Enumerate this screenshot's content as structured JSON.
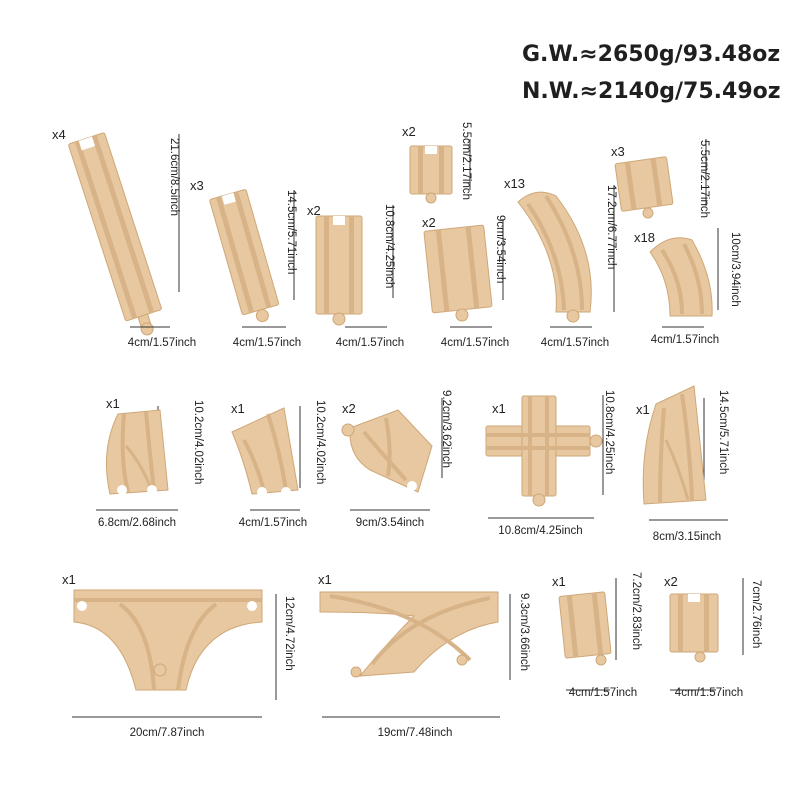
{
  "weights": {
    "gross": "G.W.≈2650g/93.48oz",
    "net": "N.W.≈2140g/75.49oz"
  },
  "pieces": [
    {
      "id": "long-straight",
      "qty": "x4",
      "length": "21.6cm/8.5inch",
      "width": "4cm/1.57inch"
    },
    {
      "id": "straight-145",
      "qty": "x3",
      "length": "14.5cm/5.71inch",
      "width": "4cm/1.57inch"
    },
    {
      "id": "straight-108",
      "qty": "x2",
      "length": "10.8cm/4.25inch",
      "width": "4cm/1.57inch"
    },
    {
      "id": "mini-55-a",
      "qty": "x2",
      "length": "5.5cm/2.17inch"
    },
    {
      "id": "straight-9",
      "qty": "x2",
      "length": "9cm/3.54inch",
      "width": "4cm/1.57inch"
    },
    {
      "id": "curve-172",
      "qty": "x13",
      "length": "17.2cm/6.77inch",
      "width": "4cm/1.57inch"
    },
    {
      "id": "mini-55-b",
      "qty": "x3",
      "length": "5.5cm/2.17inch"
    },
    {
      "id": "curve-10",
      "qty": "x18",
      "length": "10cm/3.94inch",
      "width": "4cm/1.57inch"
    },
    {
      "id": "switch-a",
      "qty": "x1",
      "length": "10.2cm/4.02inch",
      "width": "6.8cm/2.68inch"
    },
    {
      "id": "switch-b",
      "qty": "x1",
      "length": "10.2cm/4.02inch",
      "width": "4cm/1.57inch"
    },
    {
      "id": "y-switch",
      "qty": "x2",
      "length": "9.2cm/3.62inch",
      "width": "9cm/3.54inch"
    },
    {
      "id": "cross",
      "qty": "x1",
      "length": "10.8cm/4.25inch",
      "width": "10.8cm/4.25inch"
    },
    {
      "id": "long-switch",
      "qty": "x1",
      "length": "14.5cm/5.71inch",
      "width": "8cm/3.15inch"
    },
    {
      "id": "t-junction",
      "qty": "x1",
      "length": "12cm/4.72inch",
      "width": "20cm/7.87inch"
    },
    {
      "id": "x-cross",
      "qty": "x1",
      "length": "9.3cm/3.66inch",
      "width": "19cm/7.48inch"
    },
    {
      "id": "straight-72",
      "qty": "x1",
      "length": "7.2cm/2.83inch",
      "width": "4cm/1.57inch"
    },
    {
      "id": "straight-7",
      "qty": "x2",
      "length": "7cm/2.76inch",
      "width": "4cm/1.57inch"
    }
  ]
}
